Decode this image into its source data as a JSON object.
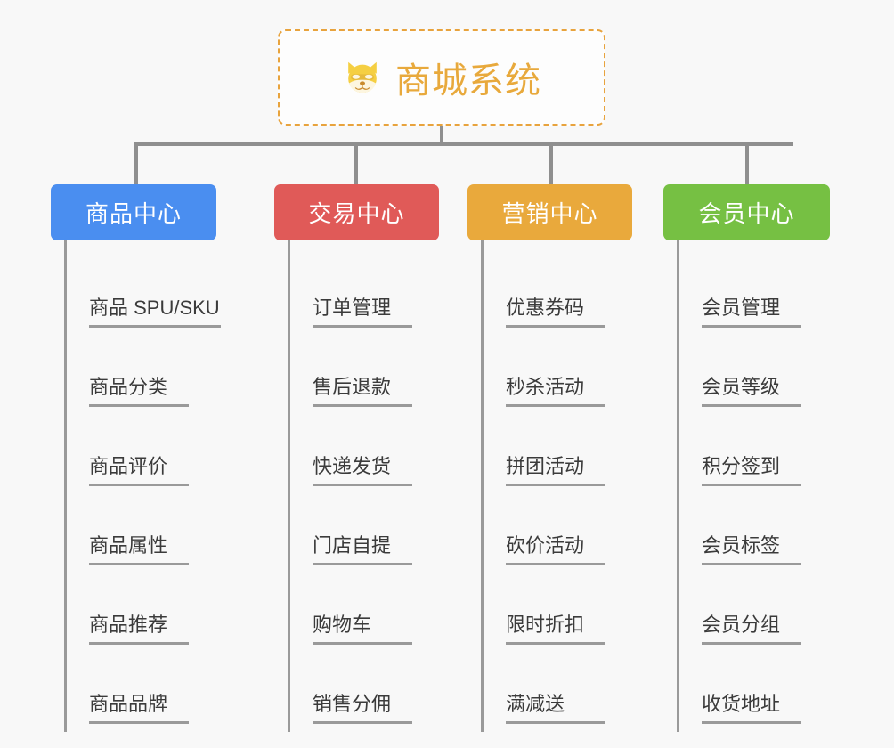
{
  "diagram": {
    "type": "tree",
    "background_color": "#f8f8f8",
    "connector_color": "#8f8f8f",
    "root": {
      "title": "商城系统",
      "icon": "shiba-dog-emoji",
      "text_color": "#e8a93c",
      "border_color": "#e8a33d",
      "border_style": "dashed",
      "fill_color": "#fdfdfd"
    },
    "categories": [
      {
        "label": "商品中心",
        "color": "#4a8ef0",
        "items": [
          "商品 SPU/SKU",
          "商品分类",
          "商品评价",
          "商品属性",
          "商品推荐",
          "商品品牌"
        ]
      },
      {
        "label": "交易中心",
        "color": "#e05a58",
        "items": [
          "订单管理",
          "售后退款",
          "快递发货",
          "门店自提",
          "购物车",
          "销售分佣"
        ]
      },
      {
        "label": "营销中心",
        "color": "#e9a93c",
        "items": [
          "优惠券码",
          "秒杀活动",
          "拼团活动",
          "砍价活动",
          "限时折扣",
          "满减送"
        ]
      },
      {
        "label": "会员中心",
        "color": "#76c043",
        "items": [
          "会员管理",
          "会员等级",
          "积分签到",
          "会员标签",
          "会员分组",
          "收货地址"
        ]
      }
    ]
  }
}
